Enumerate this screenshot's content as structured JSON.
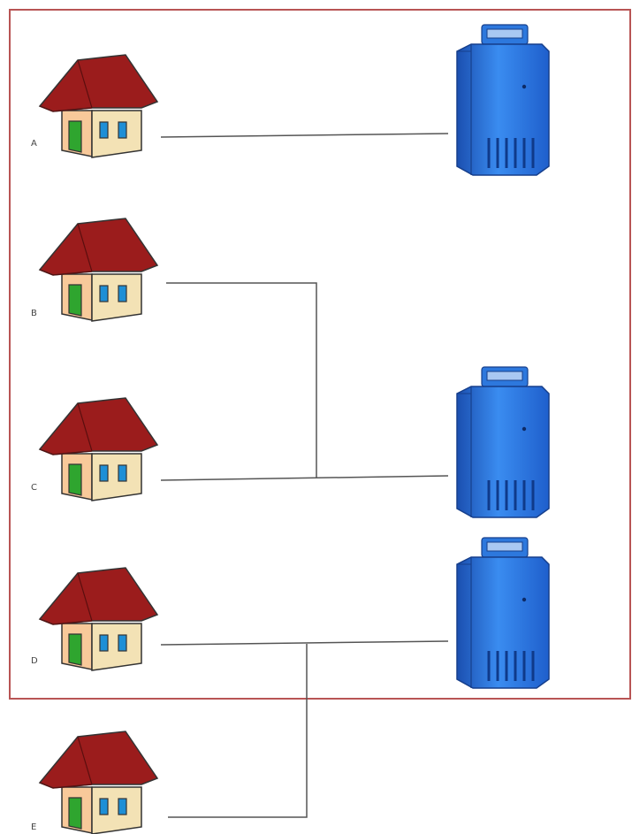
{
  "colors": {
    "frame": "#b85454",
    "roof": "#9b1c1c",
    "wall": "#f8c99a",
    "wall_side": "#f3e2b5",
    "door": "#2fa52f",
    "window": "#1e8fd6",
    "boiler": "#2f7ee6",
    "boiler_dark": "#1b4fb0",
    "line": "#555555"
  },
  "icons": {
    "house": "house-icon",
    "boiler": "boiler-icon"
  },
  "houses": [
    {
      "id": "house-a",
      "label": "A"
    },
    {
      "id": "house-b",
      "label": "B"
    },
    {
      "id": "house-c",
      "label": "C"
    },
    {
      "id": "house-d",
      "label": "D"
    },
    {
      "id": "house-e",
      "label": "E"
    }
  ],
  "boilers": [
    {
      "id": "boiler-1"
    },
    {
      "id": "boiler-2"
    },
    {
      "id": "boiler-3"
    }
  ],
  "connections": [
    {
      "from": "A",
      "to": "boiler-1"
    },
    {
      "from": "B",
      "to": "boiler-2"
    },
    {
      "from": "C",
      "to": "boiler-2"
    },
    {
      "from": "D",
      "to": "boiler-3"
    },
    {
      "from": "E",
      "to": "boiler-3"
    }
  ]
}
